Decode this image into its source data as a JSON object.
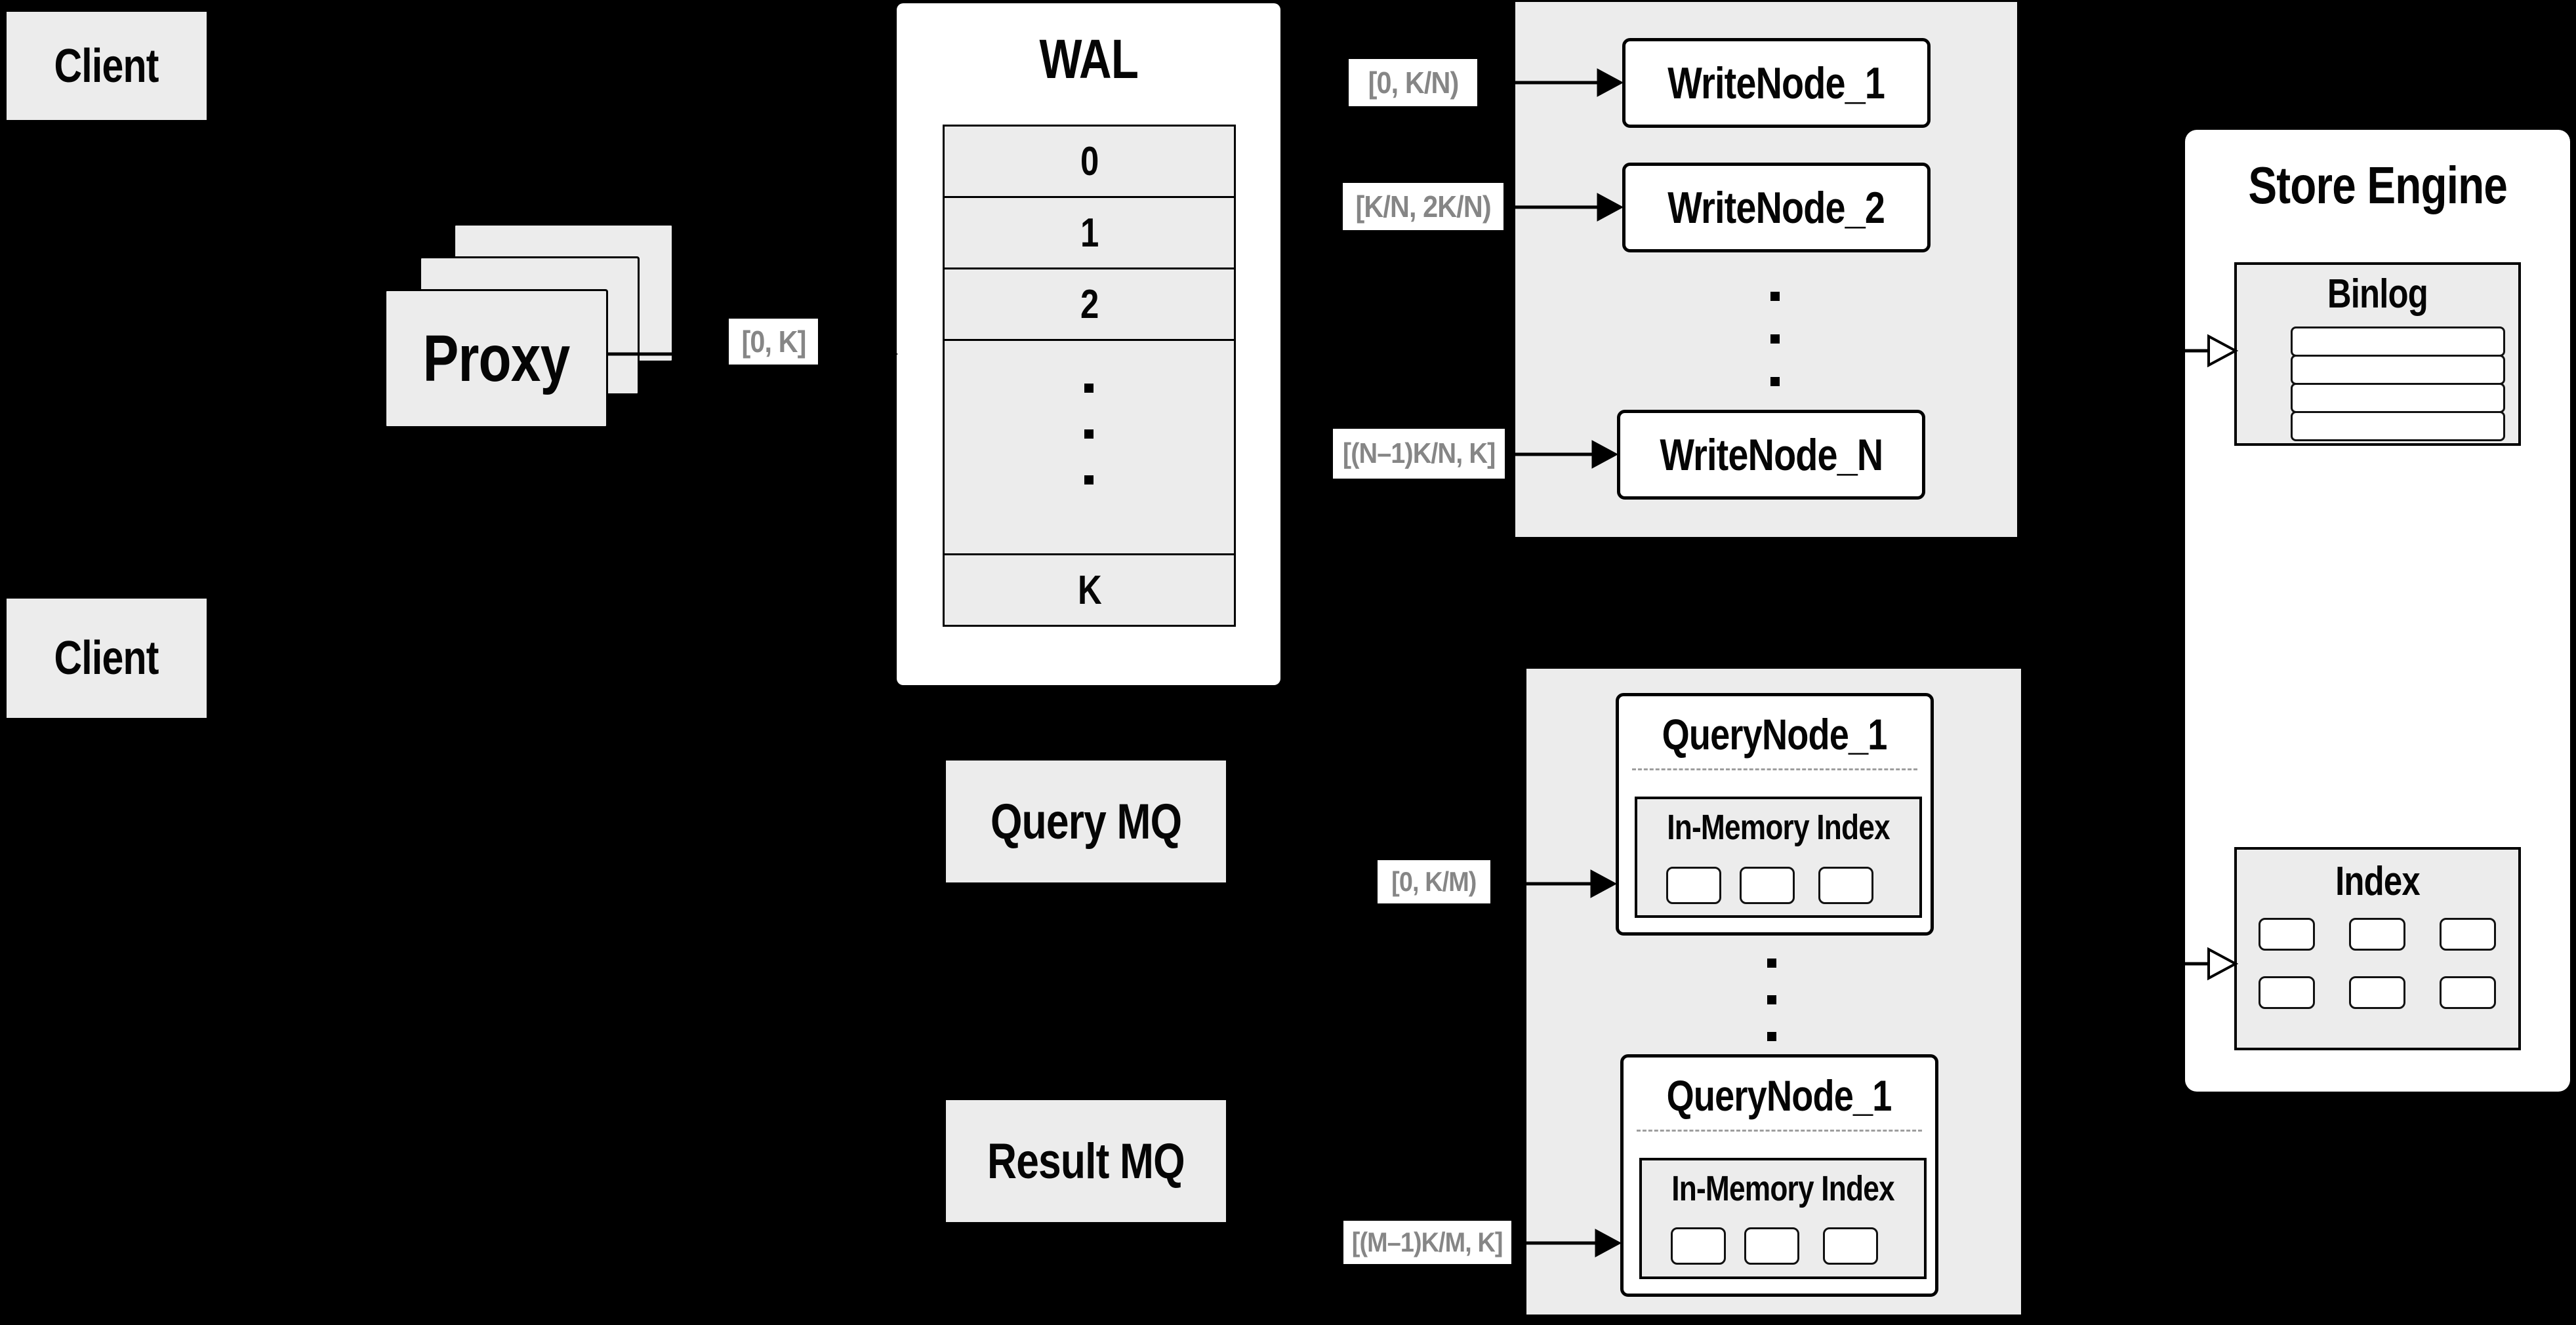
{
  "diagram": {
    "clients": {
      "top": "Client",
      "bottom": "Client"
    },
    "proxy": {
      "label": "Proxy"
    },
    "wal": {
      "title": "WAL",
      "rows": [
        "0",
        "1",
        "2",
        "K"
      ]
    },
    "write_group": {
      "nodes": [
        "WriteNode_1",
        "WriteNode_2",
        "WriteNode_N"
      ]
    },
    "query_group": {
      "nodes": [
        {
          "title": "QueryNode_1",
          "subtitle": "In-Memory Index"
        },
        {
          "title": "QueryNode_1",
          "subtitle": "In-Memory Index"
        }
      ]
    },
    "mq": {
      "query": "Query MQ",
      "result": "Result MQ"
    },
    "store": {
      "title": "Store Engine",
      "binlog_title": "Binlog",
      "index_title": "Index"
    },
    "flow_labels": {
      "proxy_to_wal": "[0, K]",
      "wal_to_writenode_1": "[0,  K/N)",
      "wal_to_writenode_2": "[K/N, 2K/N)",
      "wal_to_writenode_n": "[(N–1)K/N,  K]",
      "querymq_to_querynode_1": "[0, K/M)",
      "resultmq_to_querynode_m": "[(M–1)K/M, K]"
    },
    "colors": {
      "background": "#000000",
      "panel_fill": "#ececec",
      "box_fill": "#ffffff",
      "line": "#000000",
      "range_label_text": "#868686",
      "dashed_separator": "#9e9e9e"
    }
  }
}
